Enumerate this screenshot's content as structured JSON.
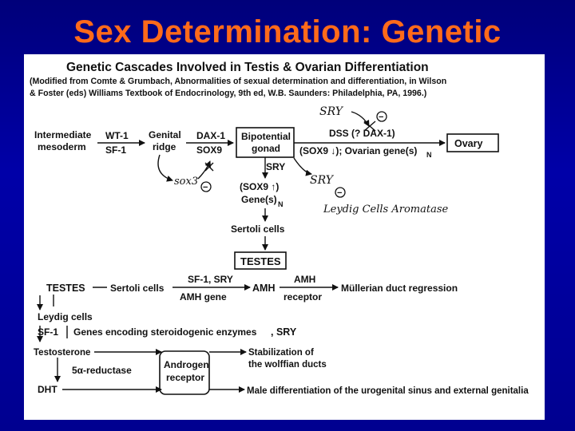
{
  "slide": {
    "title": "Sex Determination: Genetic",
    "accent_color": "#ff6a1a",
    "background_color": "#0000a0"
  },
  "figure": {
    "heading": "Genetic Cascades Involved in Testis & Ovarian Differentiation",
    "citation_line1": "(Modified from Comte & Grumbach, Abnormalities of sexual determination and differentiation, in Wilson",
    "citation_line2": "& Foster (eds) Williams Textbook of Endocrinology, 9th ed, W.B. Saunders: Philadelphia, PA, 1996.)",
    "nodes": {
      "intermediate_mesoderm_1": "Intermediate",
      "intermediate_mesoderm_2": "mesoderm",
      "wt1": "WT-1",
      "sf1_top": "SF-1",
      "genital_ridge_1": "Genital",
      "genital_ridge_2": "ridge",
      "dax1": "DAX-1",
      "sox9_top": "SOX9",
      "bipotential_1": "Bipotential",
      "bipotential_2": "gonad",
      "dss": "DSS (? DAX-1)",
      "sox9_ovarian": "(SOX9 ↓); Ovarian gene(s)",
      "subscript_n": "N",
      "ovary": "Ovary",
      "sry_down": "SRY",
      "sox9_up": "(SOX9 ↑)",
      "genes_n": "Gene(s)",
      "sertoli_cells": "Sertoli cells",
      "testes_box": "TESTES",
      "testes_left": "TESTES",
      "sertoli_cells_2": "Sertoli cells",
      "sf1_sry": "SF-1, SRY",
      "amh": "AMH",
      "amh_gene": "AMH gene",
      "amh_receptor_1": "AMH",
      "amh_receptor_2": "receptor",
      "mullerian": "Müllerian duct regression",
      "leydig_cells": "Leydig cells",
      "sf1_bottom": "SF-1",
      "steroid_genes": "Genes encoding steroidogenic enzymes",
      "sry_suffix": ", SRY",
      "testosterone": "Testosterone",
      "reductase": "5α-reductase",
      "androgen_1": "Androgen",
      "androgen_2": "receptor",
      "wolffian_1": "Stabilization of",
      "wolffian_2": "the wolffian ducts",
      "dht": "DHT",
      "male_diff": "Male differentiation of the urogenital sinus and external genitalia"
    },
    "handwritten": {
      "sry_top": "SRY",
      "sox3": "sox3",
      "sry_mid": "SRY",
      "leydig_aromatase": "Leydig Cells Aromatase",
      "minus": "−"
    }
  }
}
